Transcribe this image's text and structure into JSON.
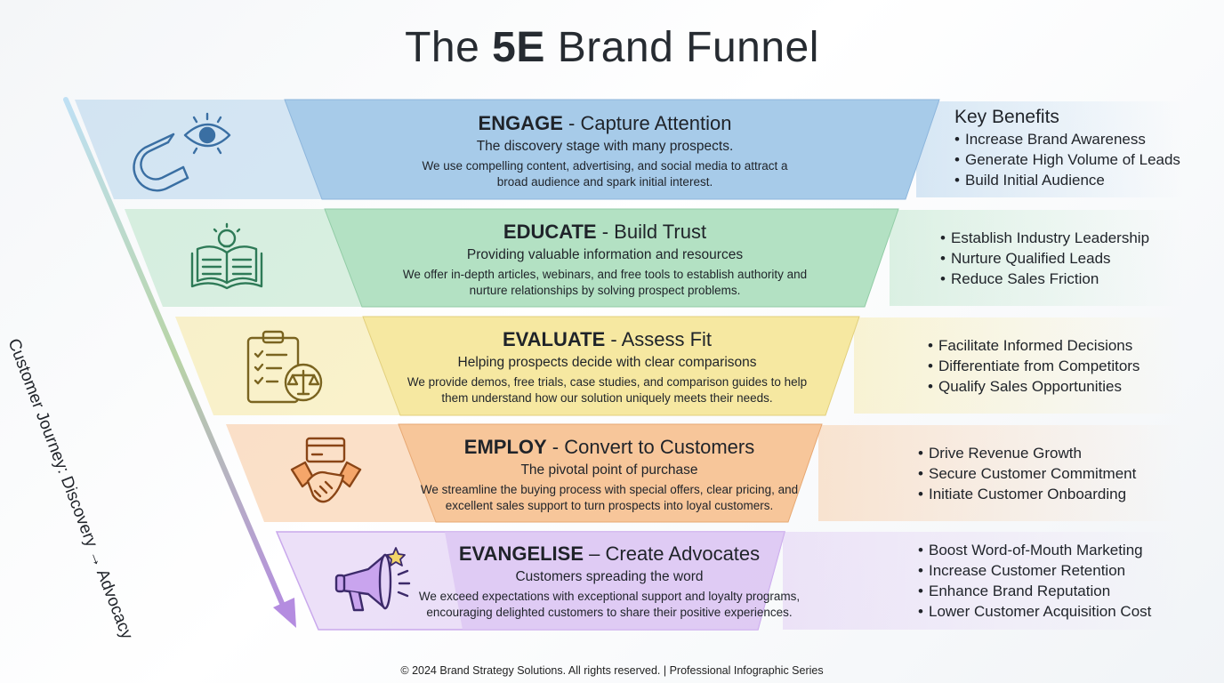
{
  "title": {
    "pre": "The ",
    "bold": "5E",
    "post": " Brand Funnel"
  },
  "benefits_heading": "Key Benefits",
  "journey_label": "Customer Journey: Discovery → Advocacy",
  "stages": [
    {
      "keyword": "ENGAGE",
      "subtitle": " - Capture Attention",
      "tagline": "The discovery stage with many prospects.",
      "description": "We use compelling content, advertising, and social media to attract a broad audience and spark initial interest.",
      "icon": "magnet-eye-icon",
      "color": "#a7cbe9",
      "benefits": [
        "Increase Brand Awareness",
        "Generate High Volume of Leads",
        "Build Initial Audience"
      ]
    },
    {
      "keyword": "EDUCATE",
      "subtitle": " - Build Trust",
      "tagline": "Providing valuable information and resources",
      "description": "We offer in-depth articles, webinars, and free tools to establish authority and nurture relationships by solving prospect problems.",
      "icon": "book-lightbulb-icon",
      "color": "#b3e1c3",
      "benefits": [
        "Establish Industry Leadership",
        "Nurture Qualified Leads",
        "Reduce Sales Friction"
      ]
    },
    {
      "keyword": "EVALUATE",
      "subtitle": " - Assess Fit",
      "tagline": "Helping prospects decide with clear comparisons",
      "description": "We provide demos, free trials, case studies, and comparison guides to help them understand how our solution uniquely meets their needs.",
      "icon": "checklist-scale-icon",
      "color": "#f6e8a1",
      "benefits": [
        "Facilitate Informed Decisions",
        "Differentiate from Competitors",
        "Qualify Sales Opportunities"
      ]
    },
    {
      "keyword": "EMPLOY",
      "subtitle": " - Convert to Customers",
      "tagline": "The pivotal point of purchase",
      "description": "We streamline the buying process with special offers, clear pricing, and excellent sales support to turn prospects into loyal customers.",
      "icon": "handshake-card-icon",
      "color": "#f7c69a",
      "benefits": [
        "Drive Revenue Growth",
        "Secure Customer Commitment",
        "Initiate Customer Onboarding"
      ]
    },
    {
      "keyword": "EVANGELISE",
      "subtitle": " – Create Advocates",
      "tagline": "Customers spreading the word",
      "description": "We exceed expectations with exceptional support and loyalty programs, encouraging delighted customers to share their positive experiences.",
      "icon": "megaphone-star-icon",
      "color": "#dcc6f2",
      "benefits": [
        "Boost Word-of-Mouth Marketing",
        "Increase Customer Retention",
        "Enhance Brand Reputation",
        "Lower Customer Acquisition Cost"
      ]
    }
  ],
  "footer": "© 2024 Brand Strategy Solutions. All rights reserved. | Professional Infographic Series"
}
